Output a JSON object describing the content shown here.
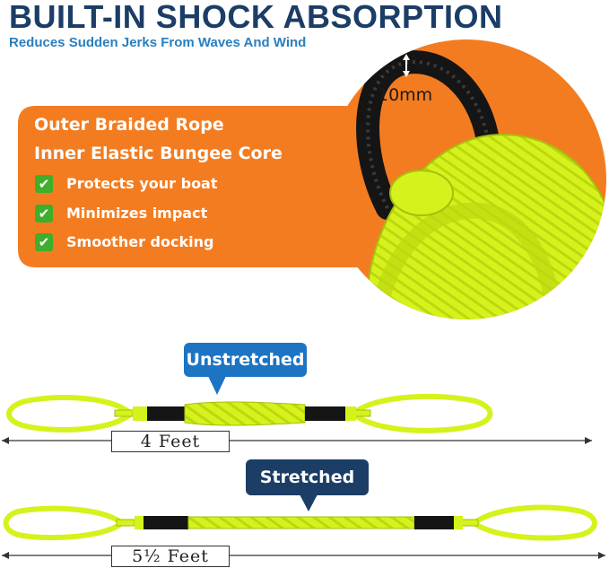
{
  "header": {
    "title": "BUILT-IN SHOCK ABSORPTION",
    "subtitle": "Reduces Sudden Jerks From Waves And Wind"
  },
  "feature_card": {
    "line1": "Outer Braided Rope",
    "line2": "Inner Elastic Bungee Core",
    "benefits": [
      "Protects your boat",
      "Minimizes impact",
      "Smoother docking"
    ],
    "check_glyph": "✔"
  },
  "core_diameter_label": "10mm",
  "unstretched": {
    "label": "Unstretched",
    "length": "4  Feet"
  },
  "stretched": {
    "label": "Stretched",
    "length": "5½  Feet"
  },
  "colors": {
    "title": "#1b3d66",
    "subtitle": "#2a7fbf",
    "orange": "#f47c20",
    "rope_yellow": "#d6f21c",
    "bungee_black": "#1a1a1a",
    "badge_blue": "#1c74c3",
    "badge_navy": "#1b3d66",
    "check_green": "#3fae2a"
  }
}
